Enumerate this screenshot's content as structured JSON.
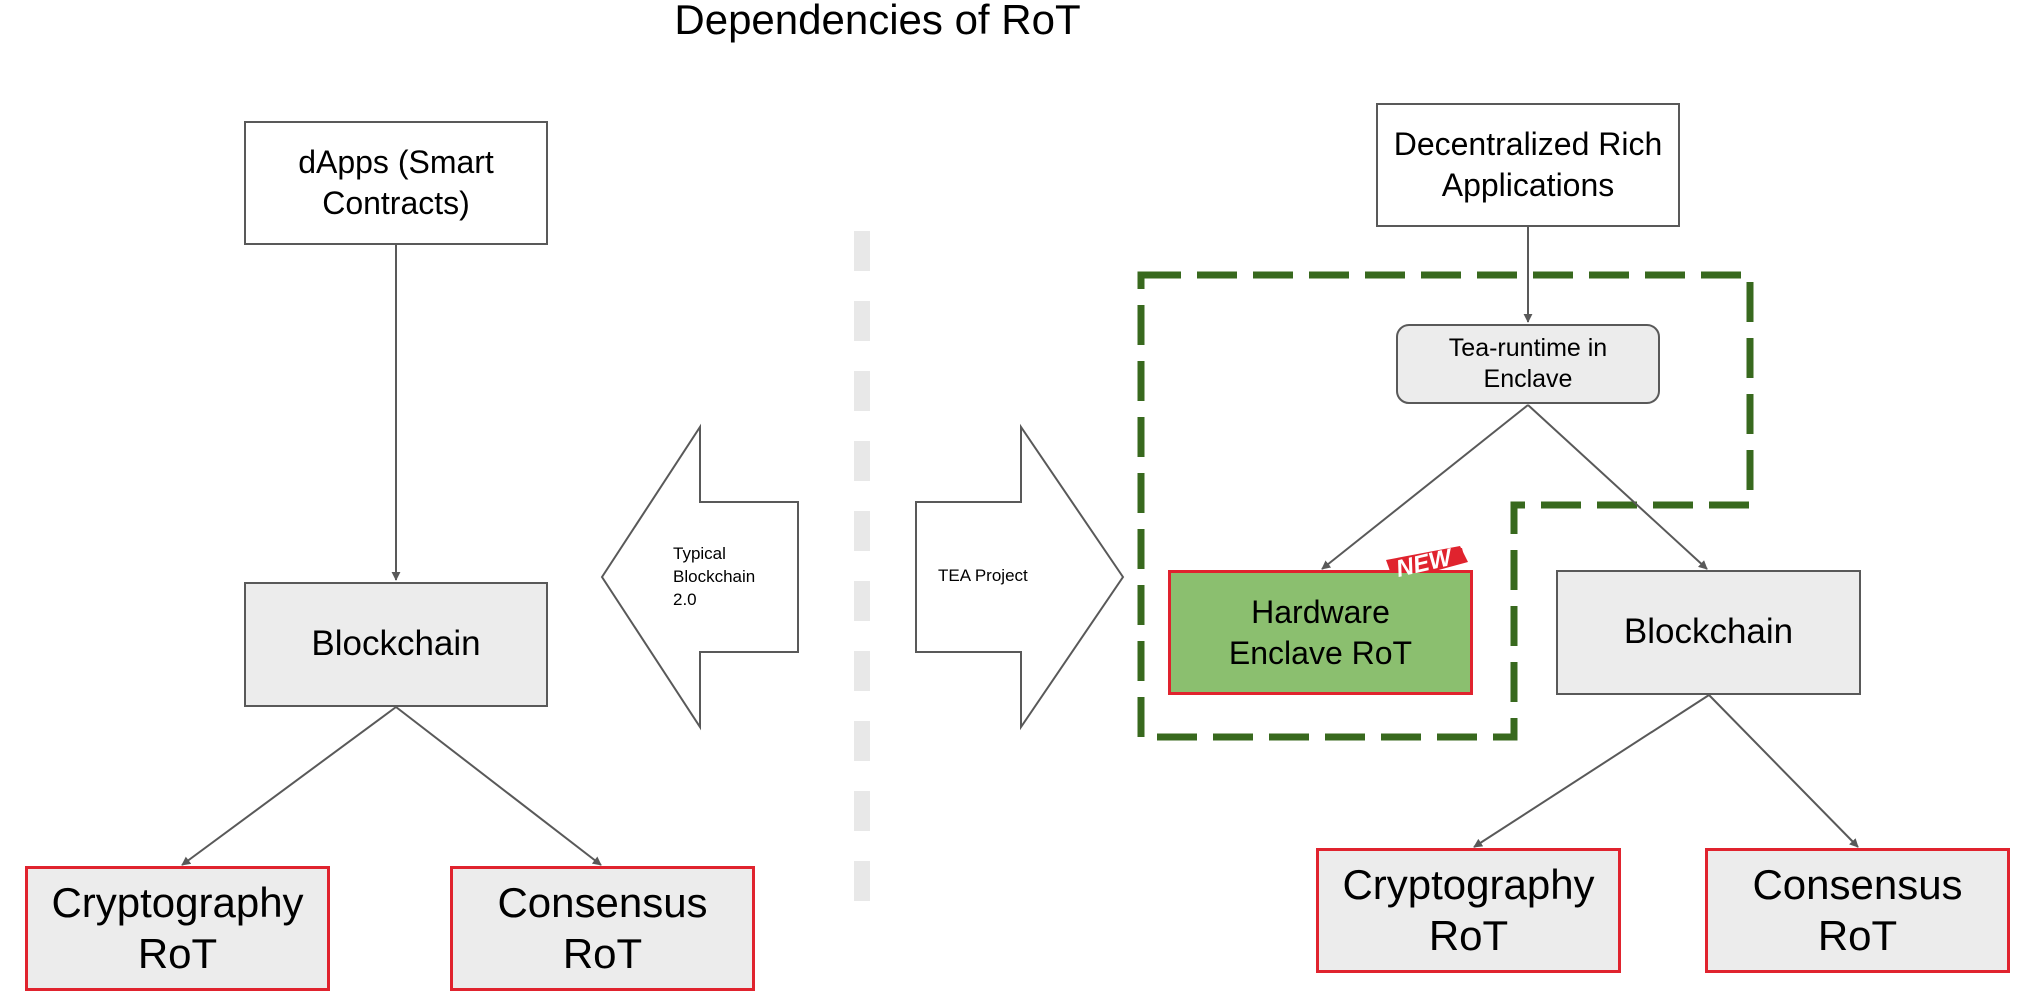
{
  "title": "Dependencies of RoT",
  "left": {
    "dapps": "dApps (Smart Contracts)",
    "blockchain": "Blockchain",
    "crypto": "Cryptography RoT",
    "consensus": "Consensus RoT"
  },
  "arrows": {
    "left_label": "Typical Blockchain 2.0",
    "right_label": "TEA Project"
  },
  "right": {
    "apps": "Decentralized Rich Applications",
    "runtime": "Tea-runtime in Enclave",
    "enclave": "Hardware Enclave RoT",
    "badge": "NEW",
    "blockchain": "Blockchain",
    "crypto": "Cryptography RoT",
    "consensus": "Consensus RoT"
  },
  "colors": {
    "rot_border": "#e0232e",
    "enclave_fill": "#8bbf6f",
    "boundary_dash": "#38691e",
    "box_fill_grey": "#ececec",
    "separator": "#e8e8e8"
  }
}
